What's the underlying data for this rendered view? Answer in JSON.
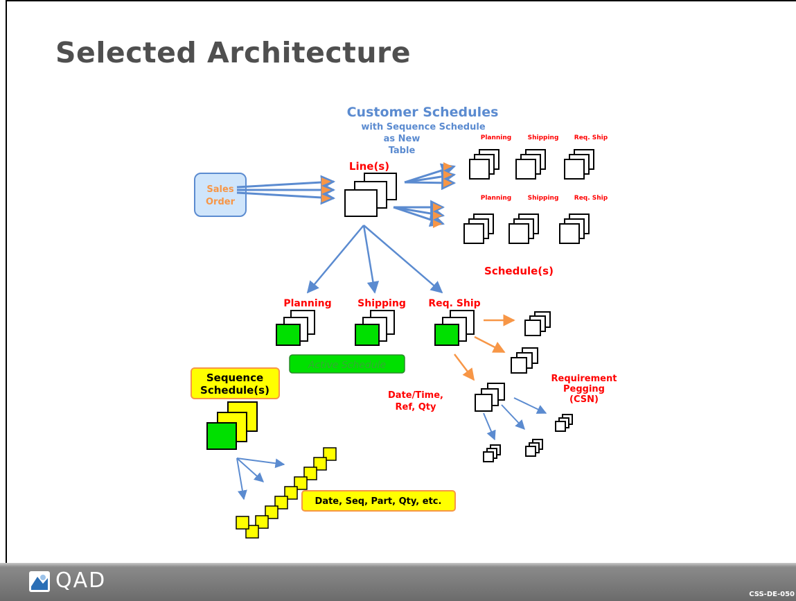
{
  "slide": {
    "title": "Selected Architecture",
    "footer_logo": "QAD",
    "slide_code": "CSS-DE-050"
  },
  "diagram": {
    "header_line1": "Customer Schedules",
    "header_line2": "with Sequence Schedule",
    "header_line3": "as New",
    "header_line4": "Table",
    "lines_label": "Line(s)",
    "sales_order_line1": "Sales",
    "sales_order_line2": "Order",
    "top_group1": [
      "Planning",
      "Shipping",
      "Req. Ship"
    ],
    "top_group2": [
      "Planning",
      "Shipping",
      "Req. Ship"
    ],
    "schedules_label": "Schedule(s)",
    "planning_label": "Planning",
    "shipping_label": "Shipping",
    "reqship_label": "Req. Ship",
    "active_schedule_label": "Active Schedule",
    "sequence_line1": "Sequence",
    "sequence_line2": "Schedule(s)",
    "date_time_line1": "Date/Time,",
    "date_time_line2": "Ref, Qty",
    "requirement_line1": "Requirement",
    "requirement_line2": "Pegging",
    "requirement_line3": "(CSN)",
    "detail_label": "Date, Seq, Part, Qty, etc."
  },
  "colors": {
    "red_label": "#ff0000",
    "blue_header": "#5b8bd0",
    "orange_text": "#f79646",
    "green_fill": "#00e000",
    "yellow_fill": "#ffff00",
    "sales_box_fill": "#cfe5fb",
    "sales_box_stroke": "#5b8bd0",
    "blue_arrow": "#5b8bd0",
    "orange_arrow": "#f79646"
  },
  "icons": {
    "logo": "qad-logo-icon"
  }
}
